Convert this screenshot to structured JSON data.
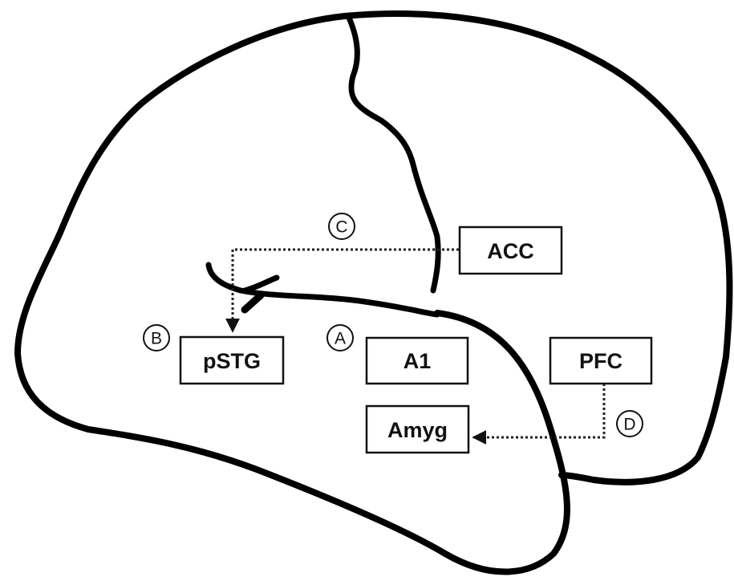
{
  "diagram": {
    "regions": {
      "acc": "ACC",
      "pstg": "pSTG",
      "a1": "A1",
      "pfc": "PFC",
      "amyg": "Amyg"
    },
    "markers": {
      "a": "A",
      "b": "B",
      "c": "C",
      "d": "D"
    },
    "connections": [
      {
        "from": "ACC",
        "to": "pSTG",
        "marker": "C",
        "style": "dotted-arrow"
      },
      {
        "from": "PFC",
        "to": "Amyg",
        "marker": "D",
        "style": "dotted-arrow"
      }
    ],
    "colors": {
      "ink": "#000000",
      "background": "#ffffff"
    }
  }
}
